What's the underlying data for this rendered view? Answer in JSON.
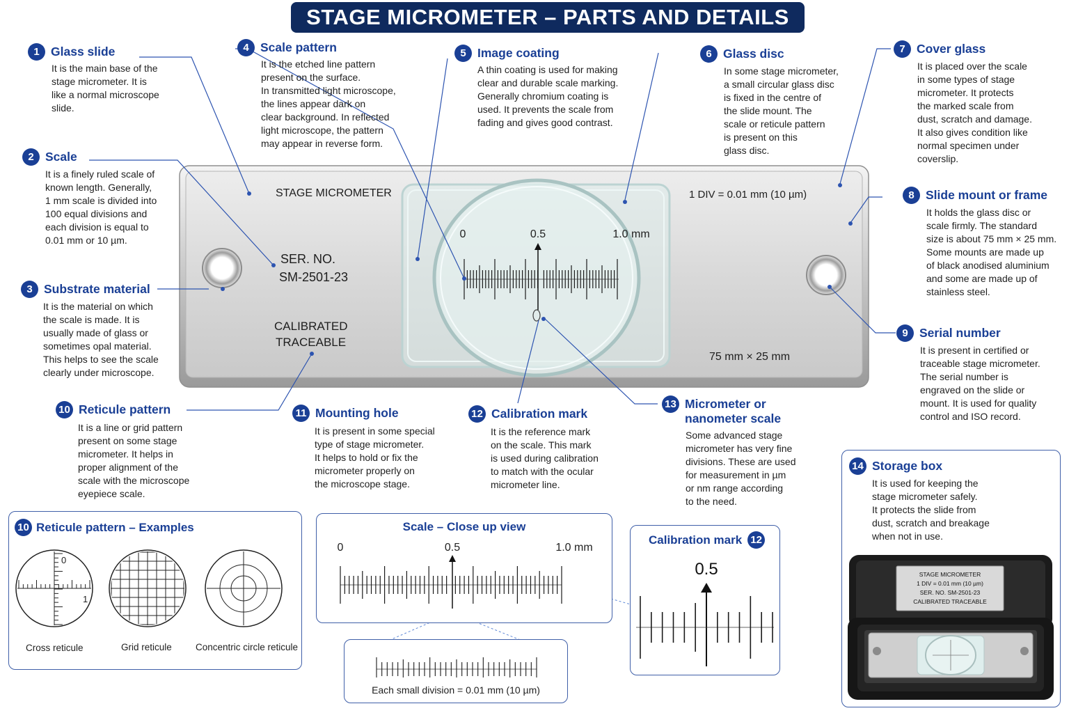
{
  "title": "STAGE MICROMETER – PARTS AND DETAILS",
  "callouts": [
    {
      "num": "1",
      "title": "Glass slide",
      "text": "It is the main base of the\nstage micrometer.  It is\nlike a normal microscope\nslide."
    },
    {
      "num": "2",
      "title": "Scale",
      "text": "It is a finely ruled scale of\nknown length. Generally,\n1 mm scale is divided into\n100 equal divisions and\neach division is equal to\n0.01 mm or 10 µm."
    },
    {
      "num": "3",
      "title": "Substrate material",
      "text": "It is the material on which\nthe scale is made.  It is\nusually made of glass or\nsometimes opal material.\nThis helps to see the scale\nclearly under microscope."
    },
    {
      "num": "4",
      "title": "Scale pattern",
      "text": "It is the etched line pattern\npresent on the surface.\nIn transmitted light microscope,\nthe lines appear dark on\nclear background.  In reflected\nlight microscope, the pattern\nmay appear in reverse form."
    },
    {
      "num": "5",
      "title": "Image coating",
      "text": "A thin coating is used for making\nclear and durable scale marking.\nGenerally chromium coating is\nused.  It prevents the scale from\nfading and gives good contrast."
    },
    {
      "num": "6",
      "title": "Glass disc",
      "text": "In some stage micrometer,\na small circular glass disc\nis fixed in the centre of\nthe slide mount.  The\nscale or reticule pattern\nis present on this\nglass disc."
    },
    {
      "num": "7",
      "title": "Cover glass",
      "text": "It is placed over the scale\nin some types of stage\nmicrometer.  It protects\nthe marked scale from\ndust, scratch and damage.\nIt also gives condition like\nnormal specimen under\ncoverslip."
    },
    {
      "num": "8",
      "title": "Slide mount or frame",
      "text": "It holds the glass disc or\nscale firmly.  The standard\nsize is about 75 mm × 25 mm.\nSome mounts are made up\nof black anodised aluminium\nand some are made up of\nstainless steel."
    },
    {
      "num": "9",
      "title": "Serial number",
      "text": "It is present in certified or\ntraceable stage micrometer.\nThe serial number is\nengraved on the slide or\nmount.  It is used for quality\ncontrol and ISO record."
    },
    {
      "num": "10",
      "title": "Reticule pattern",
      "text": "It is a line or grid pattern\npresent on some stage\nmicrometer.  It helps in\nproper alignment of the\nscale with the microscope\neyepiece scale."
    },
    {
      "num": "11",
      "title": "Mounting hole",
      "text": "It is present in some special\ntype of stage micrometer.\nIt helps to hold or fix the\nmicrometer properly on\nthe microscope stage."
    },
    {
      "num": "12",
      "title": "Calibration mark",
      "text": "It is the reference mark\non the scale.  This mark\nis used during calibration\nto match with the ocular\nmicrometer line."
    },
    {
      "num": "13",
      "title": "Micrometer or\nnanometer scale",
      "text": "Some advanced stage\nmicrometer has very fine\ndivisions.  These are used\nfor measurement in µm\nor nm range according\nto the need."
    },
    {
      "num": "14",
      "title": "Storage box",
      "text": "It is used for keeping the\nstage micrometer safely.\nIt protects the slide from\ndust, scratch and breakage\nwhen not in use."
    }
  ],
  "slide": {
    "brand": "STAGE MICROMETER",
    "div_info": "1 DIV = 0.01 mm (10 µm)",
    "ser_label": "SER. NO.",
    "ser_value": "SM-2501-23",
    "cal_line1": "CALIBRATED",
    "cal_line2": "TRACEABLE",
    "size": "75 mm × 25 mm",
    "scale_left": "0",
    "scale_mid": "0.5",
    "scale_right": "1.0 mm"
  },
  "reticule_panel": {
    "num": "10",
    "title": "Reticule pattern – Examples",
    "cross_top": "0",
    "cross_right": "1",
    "labels": [
      "Cross reticule",
      "Grid reticule",
      "Concentric circle reticule"
    ]
  },
  "closeup_panel": {
    "title": "Scale – Close up view",
    "left": "0",
    "mid": "0.5",
    "right": "1.0 mm",
    "note": "Each small division = 0.01 mm (10 µm)"
  },
  "calibration_panel": {
    "title": "Calibration mark",
    "num": "12",
    "value": "0.5"
  },
  "storage_box": {
    "line1": "STAGE MICROMETER",
    "line2": "1 DIV = 0.01 mm (10 µm)",
    "line3": "SER. NO. SM-2501-23",
    "line4": "CALIBRATED TRACEABLE"
  },
  "colors": {
    "navy": "#0f2a5e",
    "accent": "#1a3f95",
    "leader": "#2d54b0"
  }
}
